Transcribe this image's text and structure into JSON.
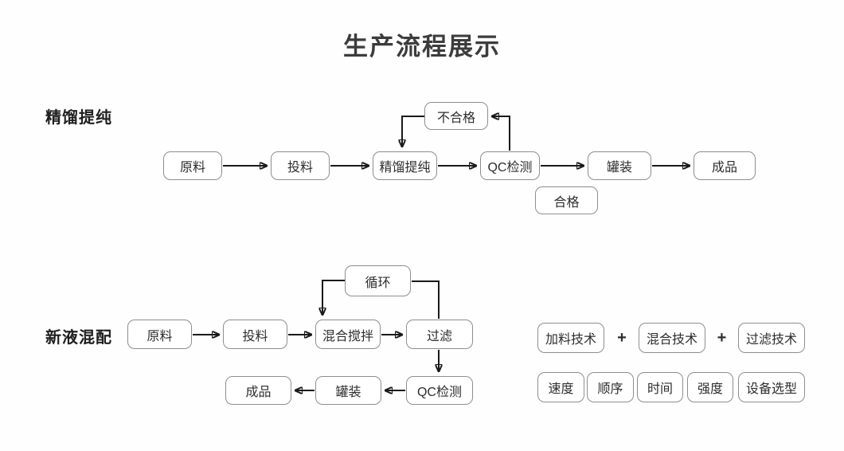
{
  "title": "生产流程展示",
  "sections": {
    "distillation": {
      "label": "精馏提纯",
      "nodes": {
        "raw_material": "原料",
        "feeding": "投料",
        "distillation": "精馏提纯",
        "qc_test": "QC检测",
        "canning": "罐装",
        "finished_product": "成品",
        "unqualified": "不合格",
        "qualified": "合格"
      }
    },
    "mixing": {
      "label": "新液混配",
      "nodes": {
        "raw_material": "原料",
        "feeding": "投料",
        "mixing_stirring": "混合搅拌",
        "filtering": "过滤",
        "cycle": "循环",
        "qc_test": "QC检测",
        "canning": "罐装",
        "finished_product": "成品"
      }
    },
    "technologies": {
      "plus": "+",
      "items": [
        "加料技术",
        "混合技术",
        "过滤技术"
      ],
      "factors": [
        "速度",
        "顺序",
        "时间",
        "强度",
        "设备选型"
      ]
    }
  }
}
